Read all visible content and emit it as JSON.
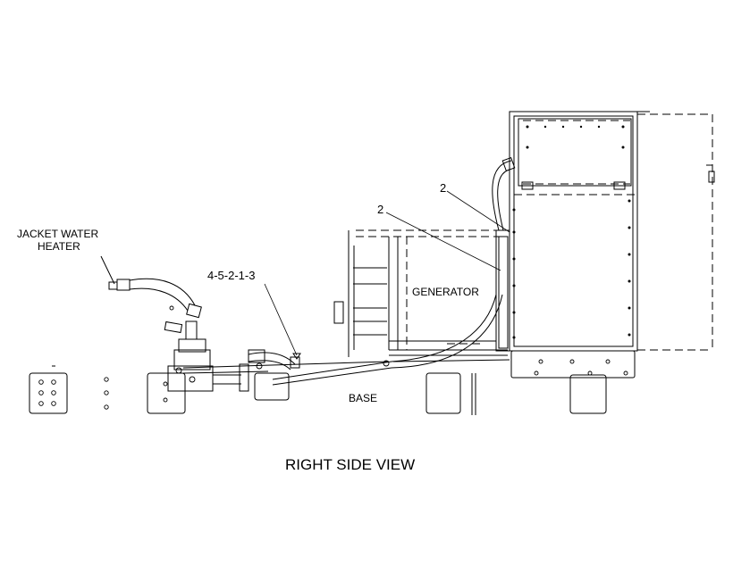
{
  "labels": {
    "jacket_water_heater_line1": "JACKET WATER",
    "jacket_water_heater_line2": "HEATER",
    "callout_sequence": "4-5-2-1-3",
    "callout_upper": "2",
    "callout_lower": "2",
    "generator": "GENERATOR",
    "base": "BASE",
    "view_title": "RIGHT SIDE VIEW"
  }
}
